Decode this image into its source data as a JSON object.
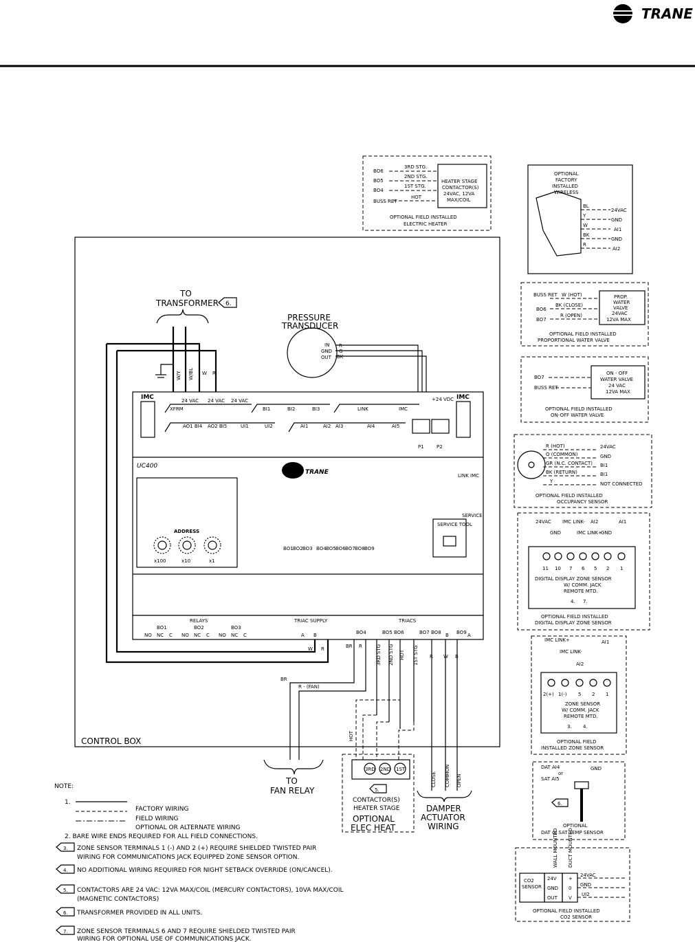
{
  "brand": {
    "name": "TRANE"
  },
  "main": {
    "control_box": "CONTROL BOX",
    "to_transformer": [
      "TO",
      "TRANSFORMER"
    ],
    "to_fan_relay": [
      "TO",
      "FAN RELAY"
    ],
    "pressure_transducer": [
      "PRESSURE",
      "TRANSDUCER"
    ],
    "pt_pins": [
      "IN",
      "GND",
      "OUT"
    ],
    "pt_wires": [
      "R",
      "G",
      "BK"
    ],
    "wire_labels": {
      "wy": "W/Y",
      "wbl": "W/BL",
      "w": "W",
      "r": "R",
      "br": "BR",
      "r_fan": "R - (FAN)",
      "w2": "W",
      "r2": "R",
      "br2": "BR",
      "r3": "R",
      "r4": "R",
      "w3": "W",
      "b": "B"
    },
    "note_6": "6.",
    "uc400": "UC400",
    "imc_left": "IMC",
    "imc_right": "IMC",
    "terminals_top": [
      "XFRM",
      "24 VAC",
      "24 VAC",
      "24 VAC",
      "BI1",
      "BI2",
      "BI3",
      "LINK",
      "IMC",
      "+24 VDC"
    ],
    "terminals_mid": [
      "AO1 BI4",
      "AO2 BI5",
      "UI1",
      "UI2",
      "AI1",
      "AI2",
      "AI3",
      "AI4",
      "AI5"
    ],
    "p1": "P1",
    "p2": "P2",
    "address": "ADDRESS",
    "dials": [
      "x100",
      "x10",
      "x1"
    ],
    "service_tool": "SERVICE TOOL",
    "service": "SERVICE",
    "led_labels": [
      "BO1",
      "BO2",
      "BO3",
      "BO4",
      "BO5",
      "BO6",
      "BO7",
      "BO8",
      "BO9"
    ],
    "link_imc": "LINK IMC",
    "relays": "RELAYS",
    "relay_groups": [
      "BO1",
      "BO2",
      "BO3"
    ],
    "relay_contacts": [
      "NO",
      "NC",
      "C",
      "NO",
      "NC",
      "C",
      "NO",
      "NC",
      "C"
    ],
    "triac_supply": "TRIAC SUPPLY",
    "triacs": "TRIACS",
    "triac_terms": [
      "BO4",
      "BO5",
      "BO6",
      "BO7",
      "BO8",
      "BO9"
    ],
    "ab_left": [
      "A",
      "B"
    ],
    "ab_right": [
      "B",
      "A"
    ],
    "stage_wires": [
      "3RD STG",
      "2ND STG",
      "HOT",
      "1ST STG"
    ],
    "hot": "HOT",
    "heater_contacts": [
      "3RD",
      "2ND",
      "1ST"
    ],
    "note_5": "5.",
    "contactors": [
      "CONTACTOR(S)",
      "HEATER STAGE"
    ],
    "optional_elec_heat": [
      "OPTIONAL",
      "ELEC HEAT"
    ],
    "damper_terms": [
      "CLOSE",
      "COMMON",
      "OPEN"
    ],
    "damper": [
      "DAMPER",
      "ACTUATOR",
      "WIRING"
    ]
  },
  "heater": {
    "terms": [
      "BO6",
      "BO5",
      "BO4",
      "BUSS RET"
    ],
    "stages": [
      "3RD STG.",
      "2ND STG.",
      "1ST STG.",
      "HOT"
    ],
    "box": [
      "HEATER STAGE",
      "CONTACTOR(S)",
      "24VAC, 12VA",
      "MAX/COIL"
    ],
    "caption": [
      "OPTIONAL FIELD INSTALLED",
      "ELECTRIC HEATER"
    ]
  },
  "wireless": {
    "title": [
      "OPTIONAL",
      "FACTORY",
      "INSTALLED",
      "WIRELESS"
    ],
    "wires": [
      "BL",
      "Y",
      "W",
      "BK",
      "R"
    ],
    "terms": [
      "24VAC",
      "GND",
      "AI1",
      "GND",
      "AI2"
    ]
  },
  "prop_valve": {
    "terms": [
      "BUSS RET",
      "BO6",
      "BO7"
    ],
    "wires": [
      "W (HOT)",
      "BK (CLOSE)",
      "R (OPEN)"
    ],
    "box": [
      "PROP.",
      "WATER",
      "VALVE",
      "24VAC",
      "12VA MAX"
    ],
    "caption": [
      "OPTIONAL FIELD INSTALLED",
      "PROPORTIONAL WATER VALVE"
    ]
  },
  "onoff_valve": {
    "terms": [
      "BO7",
      "BUSS RET"
    ],
    "box": [
      "ON - OFF",
      "WATER VALVE",
      "24 VAC",
      "12VA MAX"
    ],
    "caption": [
      "OPTIONAL FIELD INSTALLED",
      "ON-OFF WATER VALVE"
    ]
  },
  "occupancy": {
    "wires": [
      "R (HOT)",
      "O (COMMON)",
      "GR (N.C. CONTACT)",
      "BK (RETURN)",
      "Y"
    ],
    "terms": [
      "24VAC",
      "GND",
      "BI1",
      "BI1",
      "NOT CONNECTED"
    ],
    "caption": [
      "OPTIONAL FIELD INSTALLED",
      "OCCUPANCY SENSOR"
    ]
  },
  "digital_sensor": {
    "top": [
      "24VAC",
      "IMC LINK-",
      "AI2",
      "AI1"
    ],
    "top2": [
      "GND",
      "IMC LINK+",
      "GND"
    ],
    "numbers": [
      "11",
      "10",
      "7",
      "6",
      "5",
      "2",
      "1"
    ],
    "box": [
      "DIGITAL DISPLAY ZONE SENSOR",
      "W/ COMM. JACK",
      "REMOTE MTD."
    ],
    "notes": [
      "4.",
      "7."
    ],
    "caption": [
      "OPTIONAL FIELD INSTALLED",
      "DIGITAL DISPLAY ZONE SENSOR"
    ]
  },
  "zone_sensor": {
    "top": [
      "IMC LINK+",
      "AI1"
    ],
    "top2": [
      "IMC LINK-",
      "AI2"
    ],
    "numbers": [
      "2(+)",
      "1(-)",
      "5",
      "2",
      "1"
    ],
    "box": [
      "ZONE SENSOR",
      "W/ COMM. JACK",
      "REMOTE MTD."
    ],
    "notes": [
      "3.",
      "4."
    ],
    "caption": [
      "OPTIONAL FIELD",
      "INSTALLED ZONE SENSOR"
    ]
  },
  "temp_sensor": {
    "top": [
      "DAT AI4",
      "or",
      "SAT AI5",
      "GND"
    ],
    "note": "6.",
    "caption": [
      "OPTIONAL",
      "DAT or SAT TEMP SENSOR"
    ]
  },
  "co2": {
    "label": [
      "CO2",
      "SENSOR"
    ],
    "rows": [
      "24V",
      "GND",
      "OUT"
    ],
    "pins": [
      "+",
      "0",
      "V"
    ],
    "headers": [
      "WALL MOUNTED",
      "DUCT MOUNTED"
    ],
    "terms": [
      "24VAC",
      "GND",
      "UI2"
    ],
    "caption": [
      "OPTIONAL FIELD INSTALLED",
      "CO2 SENSOR"
    ]
  },
  "notes": {
    "title": "NOTE:",
    "n1": "1.",
    "legend": [
      "FACTORY WIRING",
      "FIELD WIRING",
      "OPTIONAL OR ALTERNATE WIRING"
    ],
    "n2": "2.  BARE WIRE ENDS REQUIRED FOR ALL FIELD CONNECTIONS.",
    "items": [
      {
        "num": "3.",
        "lines": [
          "ZONE SENSOR TERMINALS 1 (-) AND 2 (+) REQUIRE SHIELDED TWISTED PAIR",
          "WIRING FOR COMMUNICATIONS JACK EQUIPPED ZONE SENSOR OPTION."
        ]
      },
      {
        "num": "4.",
        "lines": [
          "NO ADDITIONAL WIRING REQUIRED FOR NIGHT SETBACK OVERRIDE (ON/CANCEL)."
        ]
      },
      {
        "num": "5.",
        "lines": [
          "CONTACTORS ARE 24 VAC:   12VA MAX/COIL  (MERCURY CONTACTORS), 10VA MAX/COIL",
          "(MAGNETIC CONTACTORS)"
        ]
      },
      {
        "num": "6.",
        "lines": [
          "TRANSFORMER PROVIDED IN ALL UNITS."
        ]
      },
      {
        "num": "7.",
        "lines": [
          "ZONE SENSOR TERMINALS 6 AND 7 REQUIRE SHIELDED TWISTED PAIR",
          "WIRING FOR OPTIONAL USE OF COMMUNICATIONS JACK."
        ]
      }
    ]
  }
}
